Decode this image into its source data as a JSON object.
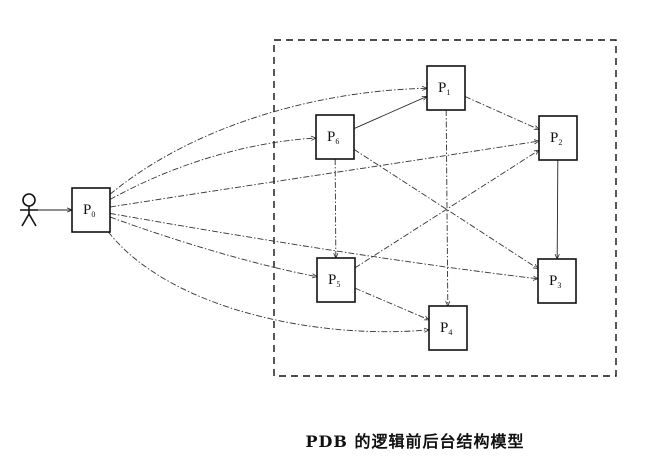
{
  "diagram": {
    "caption": "PDB 的逻辑前后台结构模型",
    "nodes": [
      {
        "id": "P0",
        "label": "P",
        "sub": "0"
      },
      {
        "id": "P1",
        "label": "P",
        "sub": "1"
      },
      {
        "id": "P2",
        "label": "P",
        "sub": "2"
      },
      {
        "id": "P3",
        "label": "P",
        "sub": "3"
      },
      {
        "id": "P4",
        "label": "P",
        "sub": "4"
      },
      {
        "id": "P5",
        "label": "P",
        "sub": "5"
      },
      {
        "id": "P6",
        "label": "P",
        "sub": "6"
      }
    ],
    "actor": {
      "icon": "user-stick-figure-icon"
    },
    "edges": [
      [
        "actor",
        "P0"
      ],
      [
        "P0",
        "P1"
      ],
      [
        "P0",
        "P6"
      ],
      [
        "P0",
        "P2"
      ],
      [
        "P0",
        "P3"
      ],
      [
        "P0",
        "P5"
      ],
      [
        "P0",
        "P4"
      ],
      [
        "P6",
        "P1"
      ],
      [
        "P1",
        "P2"
      ],
      [
        "P1",
        "P4"
      ],
      [
        "P2",
        "P3"
      ],
      [
        "P6",
        "P5"
      ],
      [
        "P6",
        "P3"
      ],
      [
        "P5",
        "P2"
      ],
      [
        "P5",
        "P4"
      ]
    ]
  }
}
